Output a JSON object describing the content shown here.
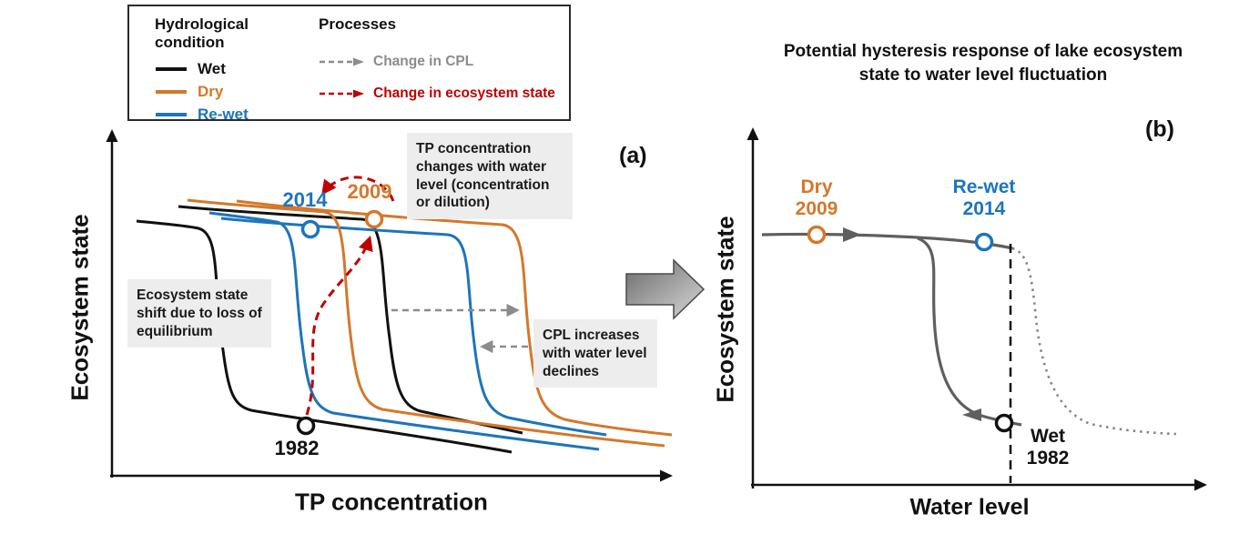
{
  "colors": {
    "wet": "#111111",
    "dry": "#D4782A",
    "rewet": "#1C75BC",
    "cpl_gray": "#8c8c8c",
    "state_red": "#C00000",
    "curve_gray": "#5f5f5f",
    "dotted_gray": "#858585"
  },
  "legend": {
    "hydro_header": "Hydrological condition",
    "items": [
      {
        "label": "Wet"
      },
      {
        "label": "Dry"
      },
      {
        "label": "Re-wet"
      }
    ],
    "process_header": "Processes",
    "processes": [
      {
        "label": "Change in CPL"
      },
      {
        "label": "Change in ecosystem state"
      }
    ]
  },
  "panel_a": {
    "tag": "(a)",
    "y_axis_label": "Ecosystem state",
    "x_axis_label": "TP concentration",
    "points": {
      "rewet_year": "2014",
      "dry_year": "2009",
      "wet_year": "1982"
    },
    "annotations": {
      "tp_note": "TP concentration changes with water level (concentration or dilution)",
      "equilibrium_note": "Ecosystem state shift due to loss of equilibrium",
      "cpl_note": "CPL increases with water level declines"
    }
  },
  "panel_b": {
    "tag": "(b)",
    "title": "Potential hysteresis response of lake ecosystem state to water level fluctuation",
    "y_axis_label": "Ecosystem state",
    "x_axis_label": "Water level",
    "points": {
      "dry": {
        "label": "Dry",
        "year": "2009"
      },
      "rewet": {
        "label": "Re-wet",
        "year": "2014"
      },
      "wet": {
        "label": "Wet",
        "year": "1982"
      }
    }
  }
}
